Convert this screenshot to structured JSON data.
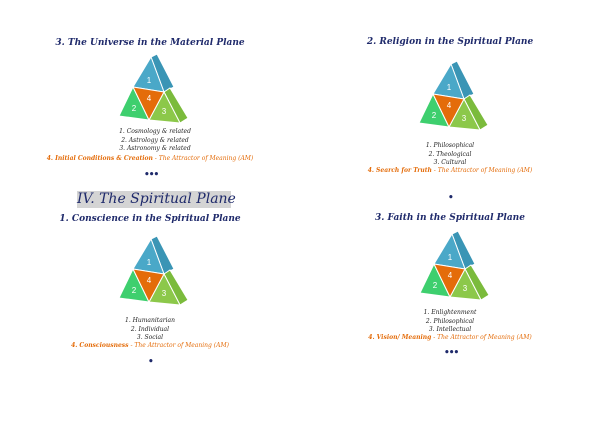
{
  "section_heading": "IV.  The Spiritual Plane",
  "panels": [
    {
      "title": "3. The Universe in the Material Plane",
      "items": [
        "1. Cosmology & related",
        "2.  Astrology & related",
        "3. Astronomy & related"
      ],
      "am_prefix": "4. Initial Conditions & Creation",
      "am_suffix": " - The Attractor of Meaning (AM)",
      "dots": "•••"
    },
    {
      "title": "2. Religion in the Spiritual Plane",
      "items": [
        "1. Philosophical",
        "2.  Theological",
        "3. Cultural"
      ],
      "am_prefix": "4. Search for Truth",
      "am_suffix": " - The Attractor of Meaning (AM)",
      "dots": "•"
    },
    {
      "title": "1. Conscience in the Spiritual Plane",
      "items": [
        "1. Humanitarian",
        "2. Individual",
        "3.  Social"
      ],
      "am_prefix": "4. Consciousness",
      "am_suffix": " - The Attractor of Meaning (AM)",
      "dots": "•"
    },
    {
      "title": "3. Faith in the Spiritual Plane",
      "items": [
        "1. Enlightenment",
        "2.  Philosophical",
        "3. Intellectual"
      ],
      "am_prefix": "4. Vision/ Meaning",
      "am_suffix": " - The Attractor of Meaning (AM)",
      "dots": "•••"
    }
  ],
  "pyramid_labels": [
    "1",
    "2",
    "3",
    "4"
  ],
  "colors": {
    "blue": "#4aa8c8",
    "blue_side": "#3a95b5",
    "green": "#3ecf6e",
    "lime": "#8cc84a",
    "lime_side": "#7bbb3c",
    "orange": "#e46c0a",
    "navy": "#1f2a6b"
  }
}
